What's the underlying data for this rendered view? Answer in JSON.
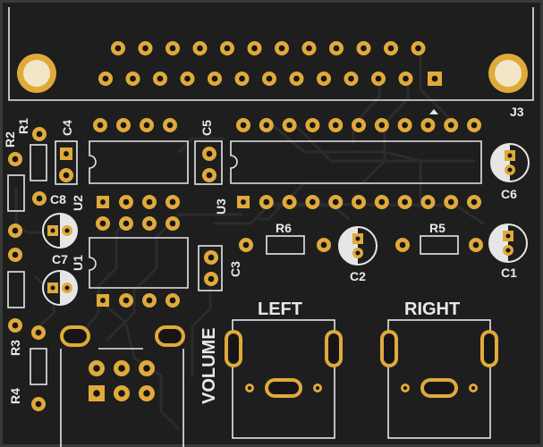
{
  "colors": {
    "board": "#1f1f1f",
    "copper": "#2a2a2a",
    "pad": "#e0aa3b",
    "hole": "#161616",
    "silkscreen": "#e6e6e6"
  },
  "labels": {
    "j3": "J3",
    "r1": "R1",
    "r2": "R2",
    "r3": "R3",
    "r4": "R4",
    "r5": "R5",
    "r6": "R6",
    "c1": "C1",
    "c2": "C2",
    "c3": "C3",
    "c4": "C4",
    "c5": "C5",
    "c6": "C6",
    "c7": "C7",
    "c8": "C8",
    "u1": "U1",
    "u2": "U2",
    "u3": "U3",
    "volume": "VOLUME",
    "left": "LEFT",
    "right": "RIGHT"
  }
}
